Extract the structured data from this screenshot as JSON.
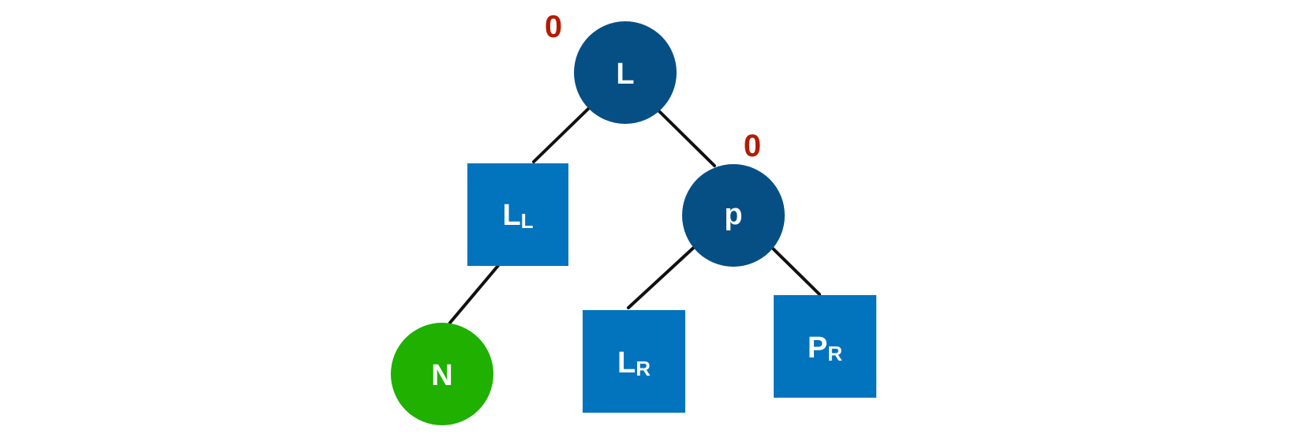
{
  "colors": {
    "circle_node": "#064f85",
    "square_node": "#0274be",
    "new_node": "#1fb000",
    "edge": "#111111",
    "balance": "#b31b00",
    "label_text": "#ffffff"
  },
  "nodes": {
    "root": {
      "label": "L",
      "sub": ""
    },
    "left_child": {
      "label": "L",
      "sub": "L"
    },
    "right_child": {
      "label": "p",
      "sub": ""
    },
    "new_node": {
      "label": "N",
      "sub": ""
    },
    "right_left_child": {
      "label": "L",
      "sub": "R"
    },
    "right_right_child": {
      "label": "P",
      "sub": "R"
    }
  },
  "balance_factors": {
    "root": "0",
    "right_child": "0"
  }
}
